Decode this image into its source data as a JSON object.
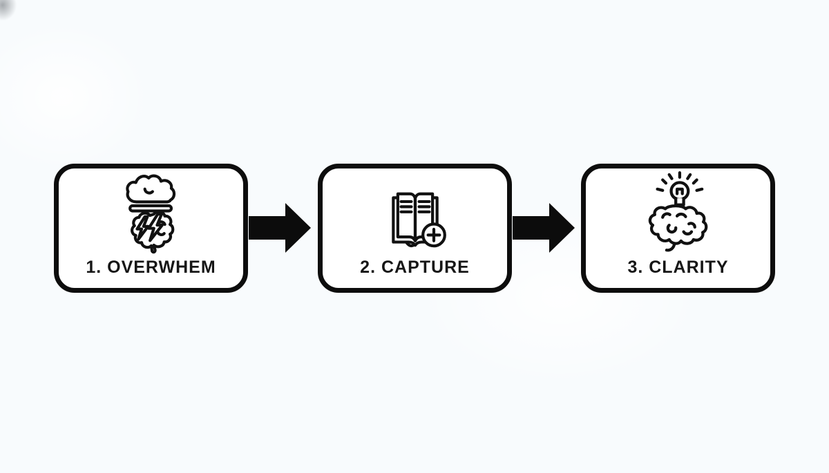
{
  "canvas": {
    "background_color": "#f8fbfd"
  },
  "diagram": {
    "type": "flow",
    "direction": "left-to-right",
    "colors": {
      "box_border": "#0d0d0d",
      "box_fill": "#ffffff",
      "arrow": "#0c0c0c",
      "label_text": "#161616"
    },
    "steps": [
      {
        "label": "1. OVERWHEM",
        "icon": "brain-storm-lightning-icon"
      },
      {
        "label": "2. CAPTURE",
        "icon": "open-book-plus-icon"
      },
      {
        "label": "3. CLARITY",
        "icon": "brain-lightbulb-icon"
      }
    ],
    "connectors": [
      {
        "from": "1. OVERWHEM",
        "to": "2. CAPTURE",
        "style": "solid-arrow-right"
      },
      {
        "from": "2. CAPTURE",
        "to": "3. CLARITY",
        "style": "solid-arrow-right"
      }
    ]
  }
}
